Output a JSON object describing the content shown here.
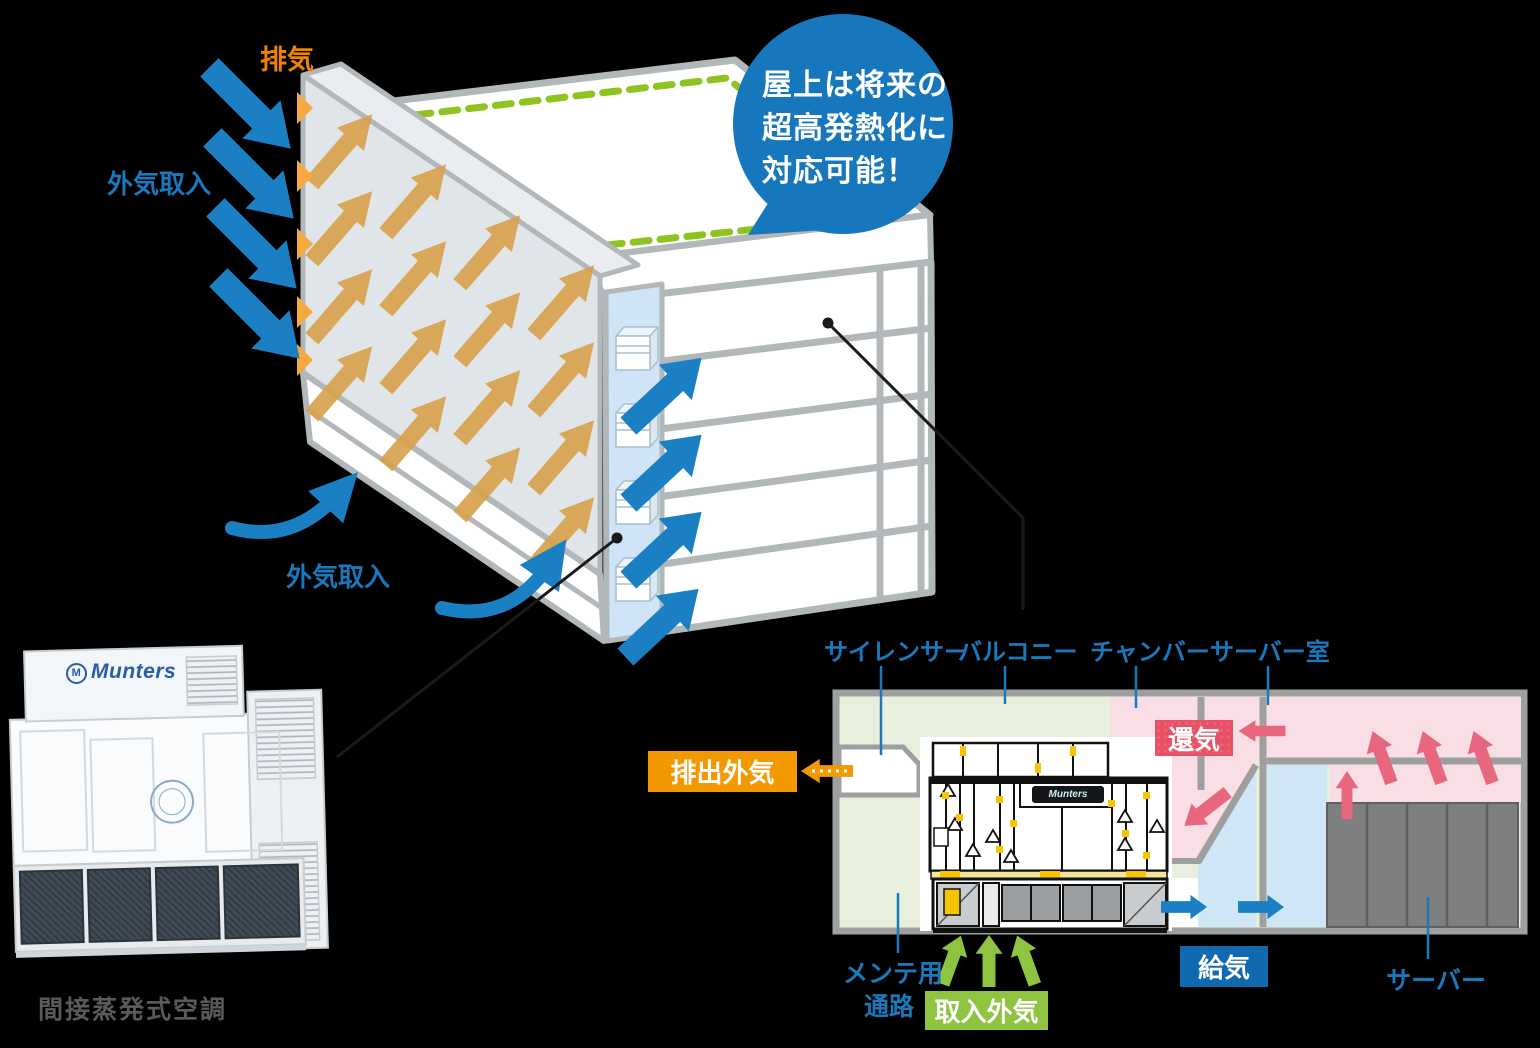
{
  "palette": {
    "accent_blue": "#1b7fc4",
    "label_blue": "#1a78bd",
    "accent_orange": "#f08300",
    "wall_arrow_tan": "#d9a24e",
    "green": "#8ec43f",
    "pink_arrow": "#e8677e",
    "return_box_red": "#e8506b",
    "exhaust_box_orange": "#f39800",
    "supply_box_blue": "#1169b0",
    "plan_green": "#e8f0dd",
    "plan_pink": "#f9dee6",
    "plan_blue": "#cfe6f7",
    "wall_gray": "#9e9f9f",
    "rack_gray": "#7e7f7f",
    "bubble_blue": "#1777bc"
  },
  "building": {
    "exhaust_label": "排気",
    "intake_label_top": "外気取入",
    "intake_label_bottom": "外気取入",
    "bubble": [
      "屋上は将来の",
      "超高発熱化に",
      "対応可能！"
    ]
  },
  "unit_photo": {
    "brand": "Munters",
    "caption": "間接蒸発式空調"
  },
  "floor_plan": {
    "ahu_logo": "Munters",
    "top_labels": [
      "サイレンサー",
      "バルコニー",
      "チャンバー",
      "サーバー室"
    ],
    "return_air": "還気",
    "exhaust_air": "排出外気",
    "supply_air": "給気",
    "intake_air": "取入外気",
    "maintenance_line1": "メンテ用",
    "maintenance_line2": "通路",
    "server": "サーバー"
  }
}
